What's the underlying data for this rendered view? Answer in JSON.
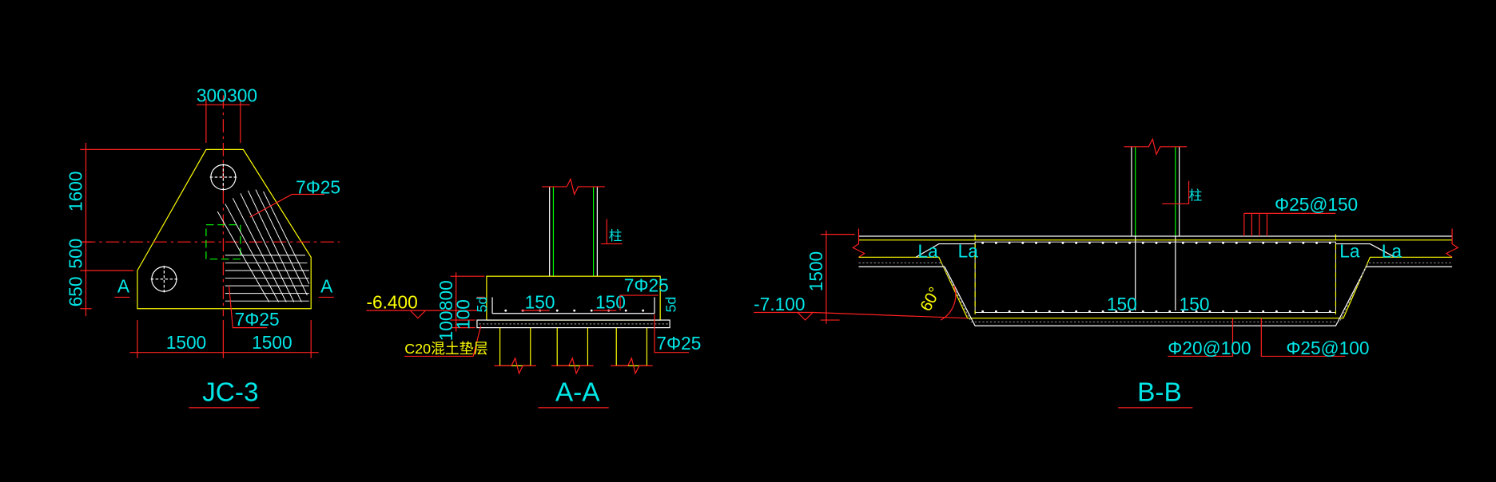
{
  "colors": {
    "background": "#000000",
    "outline": "#ffff00",
    "dimension": "#ff2020",
    "text": "#00e6e6",
    "rebar": "#ffffff",
    "column": "#00ff00"
  },
  "jc3": {
    "title": "JC-3",
    "dim_top_left": "300",
    "dim_top_right": "300",
    "dim_left_1": "1600",
    "dim_left_2": "500",
    "dim_left_3": "650",
    "dim_bottom_left": "1500",
    "dim_bottom_right": "1500",
    "rebar_label_1": "7Φ25",
    "rebar_label_2": "7Φ25",
    "section_mark_left": "A",
    "section_mark_right": "A"
  },
  "aa": {
    "title": "A-A",
    "elevation": "-6.400",
    "dim_800": "800",
    "dim_100a": "100",
    "dim_100b": "100",
    "dim_5d_left": "5d",
    "dim_5d_right": "5d",
    "cover_left": "150",
    "cover_right": "150",
    "rebar_top": "7Φ25",
    "rebar_bottom": "7Φ25",
    "column_label": "柱",
    "cushion_label": "C20混土垫层"
  },
  "bb": {
    "title": "B-B",
    "elevation": "-7.100",
    "dim_height": "1500",
    "angle": "60°",
    "la_1": "La",
    "la_2": "La",
    "la_3": "La",
    "la_4": "La",
    "cover_left": "150",
    "cover_right": "150",
    "column_label": "柱",
    "rebar_top": "Φ25@150",
    "rebar_bottom_left": "Φ20@100",
    "rebar_bottom_right": "Φ25@100"
  }
}
